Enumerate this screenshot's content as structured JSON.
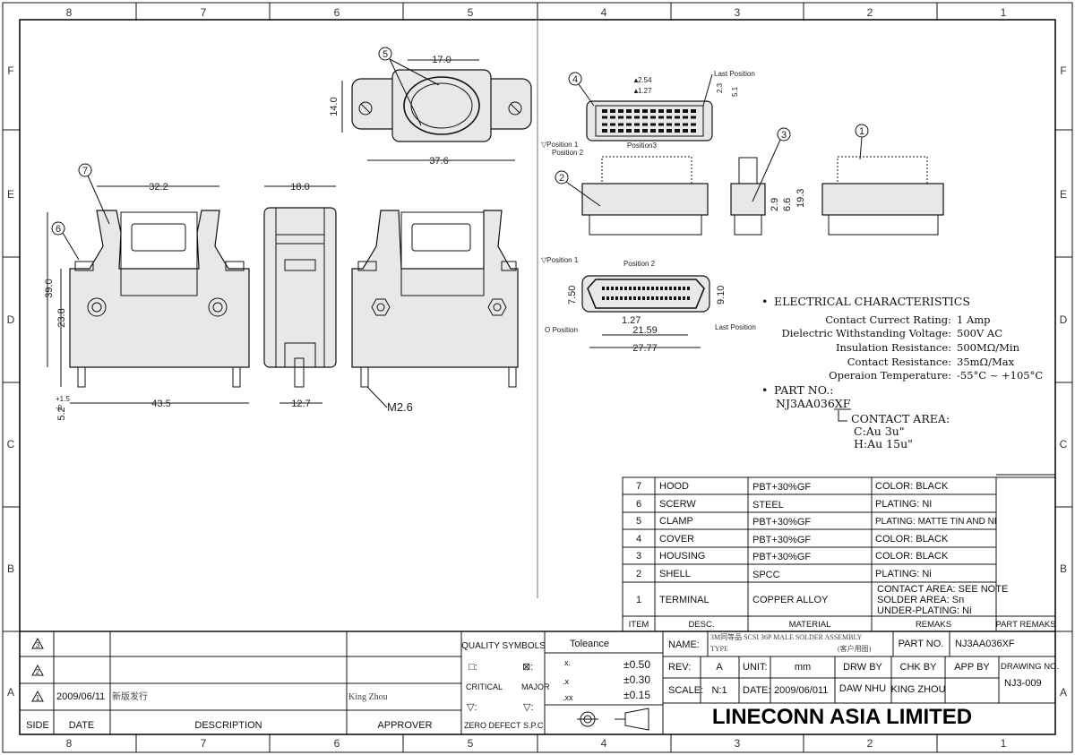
{
  "frame": {
    "columns": [
      "8",
      "7",
      "6",
      "5",
      "4",
      "3",
      "2",
      "1"
    ],
    "rows": [
      "F",
      "E",
      "D",
      "C",
      "B",
      "A"
    ]
  },
  "views": {
    "top_view": {
      "callout": "5",
      "dims": [
        "17.0",
        "14.0",
        "37.6"
      ]
    },
    "side_view": {
      "callouts": [
        "7",
        "6"
      ],
      "dims": [
        "32.2",
        "39.0",
        "23.8",
        "5.2",
        "+1.5",
        "-0",
        "43.5"
      ]
    },
    "end_view": {
      "dims": [
        "18.0",
        "12.7"
      ]
    },
    "front_view": {
      "thread_label": "M2.6"
    },
    "insert_view": {
      "callout": "4",
      "dims": [
        "2.54",
        "1.27",
        "2.3",
        "5.1"
      ],
      "labels": [
        "Last Position",
        "▽Position 1",
        "Position 2",
        "Position3"
      ]
    },
    "shell_view": {
      "callout": "2"
    },
    "housing_side": {
      "callout": "3",
      "dims": [
        "2.9",
        "6.6",
        "19.3"
      ]
    },
    "terminal_view": {
      "callout": "1"
    },
    "mating_face": {
      "dims": [
        "7.50",
        "9.10",
        "1.27",
        "21.59",
        "27.77"
      ],
      "labels": [
        "▽Position 1",
        "Position 2",
        "O Position",
        "Last Position"
      ]
    }
  },
  "electrical": {
    "title": "ELECTRICAL  CHARACTERISTICS",
    "items": [
      {
        "label": "Contact  Currect  Rating:",
        "value": "1  Amp"
      },
      {
        "label": "Dielectric  Withstanding  Voltage:",
        "value": "500V  AC"
      },
      {
        "label": "Insulation  Resistance:",
        "value": "500MΩ/Min"
      },
      {
        "label": "Contact  Resistance:",
        "value": "35mΩ/Max"
      },
      {
        "label": "Operaion  Temperature:",
        "value": "-55°C  ~  +105°C"
      }
    ],
    "part_no_title": "PART  NO.:",
    "part_no": "NJ3AA036XF",
    "contact_area_title": "CONTACT  AREA:",
    "contact_options": [
      "C:Au  3u\"",
      "H:Au  15u\""
    ]
  },
  "bom": {
    "headers": [
      "ITEM",
      "DESC.",
      "MATERIAL",
      "REMAKS",
      "PART REMAKS"
    ],
    "rows": [
      {
        "item": "7",
        "desc": "HOOD",
        "material": "PBT+30%GF",
        "remarks": [
          "COLOR: BLACK"
        ]
      },
      {
        "item": "6",
        "desc": "SCERW",
        "material": "STEEL",
        "remarks": [
          "PLATING: NI"
        ]
      },
      {
        "item": "5",
        "desc": "CLAMP",
        "material": "PBT+30%GF",
        "remarks": [
          "PLATING: MATTE  TIN  AND  NI"
        ]
      },
      {
        "item": "4",
        "desc": "COVER",
        "material": "PBT+30%GF",
        "remarks": [
          "COLOR: BLACK"
        ]
      },
      {
        "item": "3",
        "desc": "HOUSING",
        "material": "PBT+30%GF",
        "remarks": [
          "COLOR: BLACK"
        ]
      },
      {
        "item": "2",
        "desc": "SHELL",
        "material": "SPCC",
        "remarks": [
          "PLATING: Ni"
        ]
      },
      {
        "item": "1",
        "desc": "TERMINAL",
        "material": "COPPER  ALLOY",
        "remarks": [
          "CONTACT  AREA: SEE  NOTE",
          "SOLDER  AREA: Sn",
          "UNDER-PLATING: Ni"
        ]
      }
    ]
  },
  "revisions": {
    "headers": [
      "SIDE",
      "DATE",
      "DESCRIPTION",
      "APPROVER"
    ],
    "rows": [
      {
        "side": "3",
        "date": "",
        "description": "",
        "approver": ""
      },
      {
        "side": "2",
        "date": "",
        "description": "",
        "approver": ""
      },
      {
        "side": "1",
        "date": "2009/06/11",
        "description": "新版发行",
        "approver": "King Zhou"
      }
    ]
  },
  "quality": {
    "title": "QUALITY  SYMBOLS",
    "critical_symbol": "□:",
    "major_symbol": "⊠:",
    "critical": "CRITICAL",
    "major": "MAJOR",
    "zd_symbol": "▽:",
    "spc_symbol": "▽:",
    "zero_defect": "ZERO  DEFECT",
    "spc": "S.P.C"
  },
  "tolerance": {
    "title": "Toleance",
    "rows": [
      {
        "key": "x.",
        "value": "±0.50"
      },
      {
        "key": ".x",
        "value": "±0.30"
      },
      {
        "key": ".xx",
        "value": "±0.15"
      }
    ]
  },
  "title_block": {
    "name_label": "NAME:",
    "name_line1": "3M同等品  SCSI  36P  MALE  SOLDER  ASSEMBLY",
    "name_line2": "TYPE",
    "name_note": "(客户用图)",
    "part_no_label": "PART  NO.",
    "part_no": "NJ3AA036XF",
    "rev_label": "REV:",
    "rev": "A",
    "unit_label": "UNIT:",
    "unit": "mm",
    "drw_by_label": "DRW  BY",
    "chk_by_label": "CHK  BY",
    "app_by_label": "APP  BY",
    "drawing_no_label": "DRAWING  NO.",
    "drawing_no": "NJ3-009",
    "scale_label": "SCALE:",
    "scale": "N:1",
    "date_label": "DATE:",
    "date": "2009/06/011",
    "drw_by": "DAW  NHU",
    "chk_by": "KING  ZHOU",
    "app_by": "",
    "company": "LINECONN ASIA LIMITED"
  }
}
